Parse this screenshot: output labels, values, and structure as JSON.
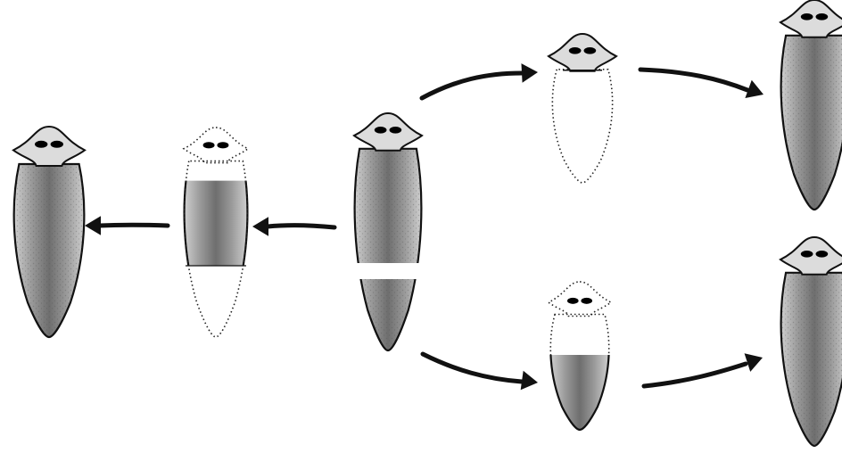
{
  "figure": {
    "colors": {
      "background": "#ffffff",
      "outline": "#111111",
      "body_dark": "#6e6e6e",
      "body_mid": "#9a9a9a",
      "body_light": "#cfcfcf",
      "head_fill": "#dcdcdc",
      "eyes": "#000000",
      "missing_outline": "#222222",
      "arrow": "#111111"
    },
    "panels": [
      {
        "id": "regenerated-whole-left",
        "state": "complete"
      },
      {
        "id": "regenerating-head-fragment",
        "state": "partially-regenerated"
      },
      {
        "id": "intact-planarian-center",
        "state": "intact-with-cut"
      },
      {
        "id": "head-fragment-top",
        "state": "regenerating"
      },
      {
        "id": "regenerated-whole-top-right",
        "state": "complete"
      },
      {
        "id": "tail-fragment-bottom",
        "state": "regenerating"
      },
      {
        "id": "regenerated-whole-bottom-right",
        "state": "complete"
      }
    ],
    "arrows": [
      {
        "from": "intact-planarian-center",
        "to": "regenerating-head-fragment"
      },
      {
        "from": "regenerating-head-fragment",
        "to": "regenerated-whole-left"
      },
      {
        "from": "intact-planarian-center",
        "to": "head-fragment-top"
      },
      {
        "from": "head-fragment-top",
        "to": "regenerated-whole-top-right"
      },
      {
        "from": "intact-planarian-center",
        "to": "tail-fragment-bottom"
      },
      {
        "from": "tail-fragment-bottom",
        "to": "regenerated-whole-bottom-right"
      }
    ]
  }
}
